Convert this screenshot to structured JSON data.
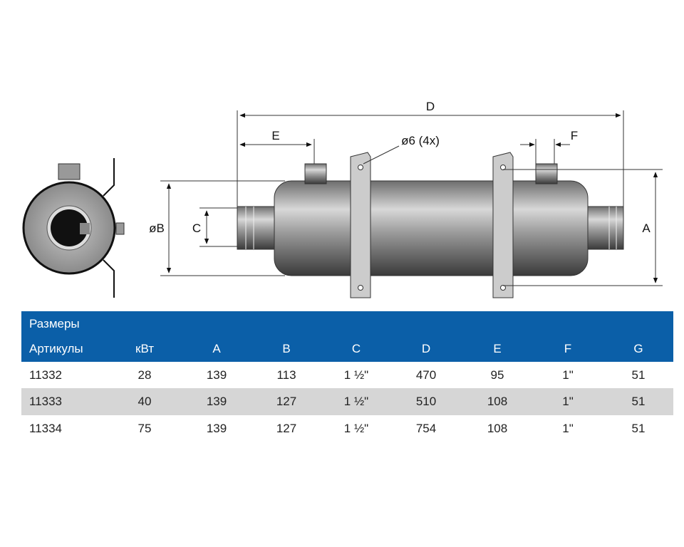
{
  "diagram": {
    "labels": {
      "D": "D",
      "E": "E",
      "F": "F",
      "holes": "ø6 (4x)",
      "B": "øB",
      "C": "C",
      "A": "A"
    }
  },
  "table": {
    "title": "Размеры",
    "headers": [
      "Артикулы",
      "кВт",
      "A",
      "B",
      "C",
      "D",
      "E",
      "F",
      "G"
    ],
    "rows": [
      [
        "11332",
        "28",
        "139",
        "113",
        "1 ½\"",
        "470",
        "95",
        "1\"",
        "51"
      ],
      [
        "11333",
        "40",
        "139",
        "127",
        "1 ½\"",
        "510",
        "108",
        "1\"",
        "51"
      ],
      [
        "11334",
        "75",
        "139",
        "127",
        "1 ½\"",
        "754",
        "108",
        "1\"",
        "51"
      ]
    ],
    "header_color": "#0b5fa8",
    "alt_row_color": "#d6d6d6"
  }
}
